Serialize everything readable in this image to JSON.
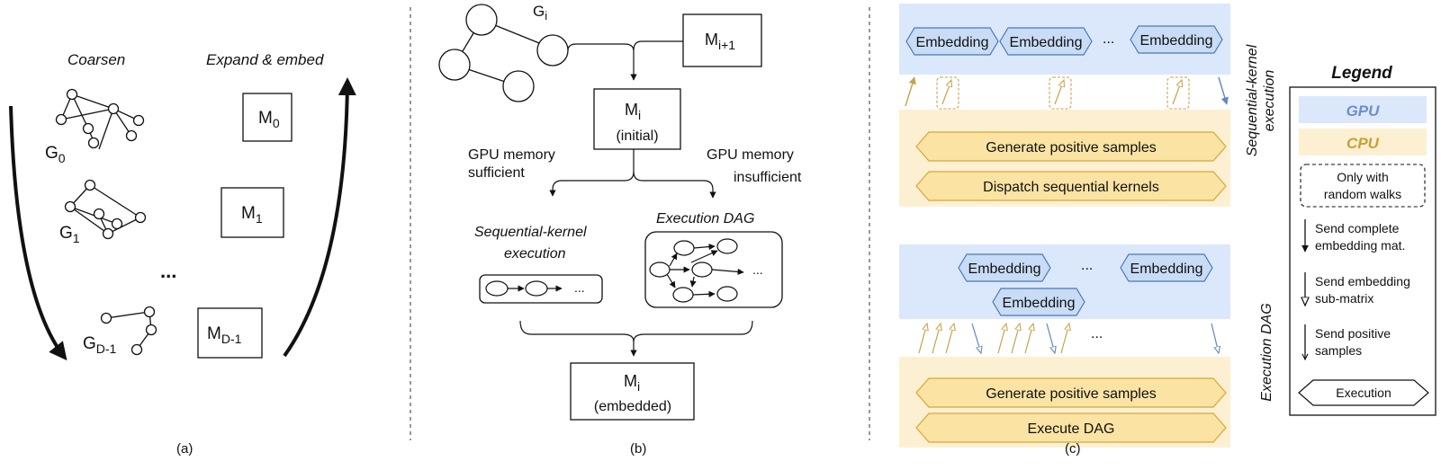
{
  "colors": {
    "gpu_fill": "#dbe8fb",
    "cpu_fill": "#fdf0d2",
    "embed_fill": "#c8dcf5",
    "embed_stroke": "#4a78b5",
    "cpu_box_fill": "#fbe3a4",
    "cpu_box_stroke": "#d4a838",
    "gpu_label": "#6d8fc9",
    "cpu_label": "#c9a032",
    "up_arrow": "#c9a24a",
    "down_arrow": "#5f87c0"
  },
  "panel_a": {
    "caption": "(a)",
    "coarsen_label": "Coarsen",
    "expand_label": "Expand & embed",
    "ellipsis": "...",
    "levels": [
      {
        "graph_label": "G",
        "graph_sub": "0",
        "matrix_label": "M",
        "matrix_sub": "0"
      },
      {
        "graph_label": "G",
        "graph_sub": "1",
        "matrix_label": "M",
        "matrix_sub": "1"
      },
      {
        "graph_label": "G",
        "graph_sub": "D-1",
        "matrix_label": "M",
        "matrix_sub": "D-1"
      }
    ]
  },
  "panel_b": {
    "caption": "(b)",
    "graph_label": "G",
    "graph_sub": "i",
    "next_matrix_label": "M",
    "next_matrix_sub": "i+1",
    "initial_label": "M",
    "initial_sub": "i",
    "initial_note": "(initial)",
    "branch_left_line1": "GPU memory",
    "branch_left_line2": "sufficient",
    "branch_right_line1": "GPU memory",
    "branch_right_line2": "insufficient",
    "seq_title_line1": "Sequential-kernel",
    "seq_title_line2": "execution",
    "dag_title": "Execution DAG",
    "ellipsis": "...",
    "embedded_label": "M",
    "embedded_sub": "i",
    "embedded_note": "(embedded)"
  },
  "panel_c": {
    "caption": "(c)",
    "top": {
      "side_label_line1": "Sequential-kernel",
      "side_label_line2": "execution",
      "embedding_boxes": [
        "Embedding",
        "Embedding",
        "Embedding"
      ],
      "ellipsis": "...",
      "cpu_boxes": [
        "Generate positive samples",
        "Dispatch sequential kernels"
      ]
    },
    "bottom": {
      "side_label": "Execution DAG",
      "embedding_boxes": [
        "Embedding",
        "Embedding",
        "Embedding"
      ],
      "ellipsis_top": "...",
      "ellipsis_arrows": "...",
      "cpu_boxes": [
        "Generate positive samples",
        "Execute DAG"
      ]
    }
  },
  "legend": {
    "title": "Legend",
    "gpu": "GPU",
    "cpu": "CPU",
    "random_walks_line1": "Only with",
    "random_walks_line2": "random walks",
    "complete_line1": "Send complete",
    "complete_line2": "embedding mat.",
    "sub_line1": "Send embedding",
    "sub_line2": "sub-matrix",
    "positive_line1": "Send positive",
    "positive_line2": "samples",
    "execution": "Execution"
  }
}
